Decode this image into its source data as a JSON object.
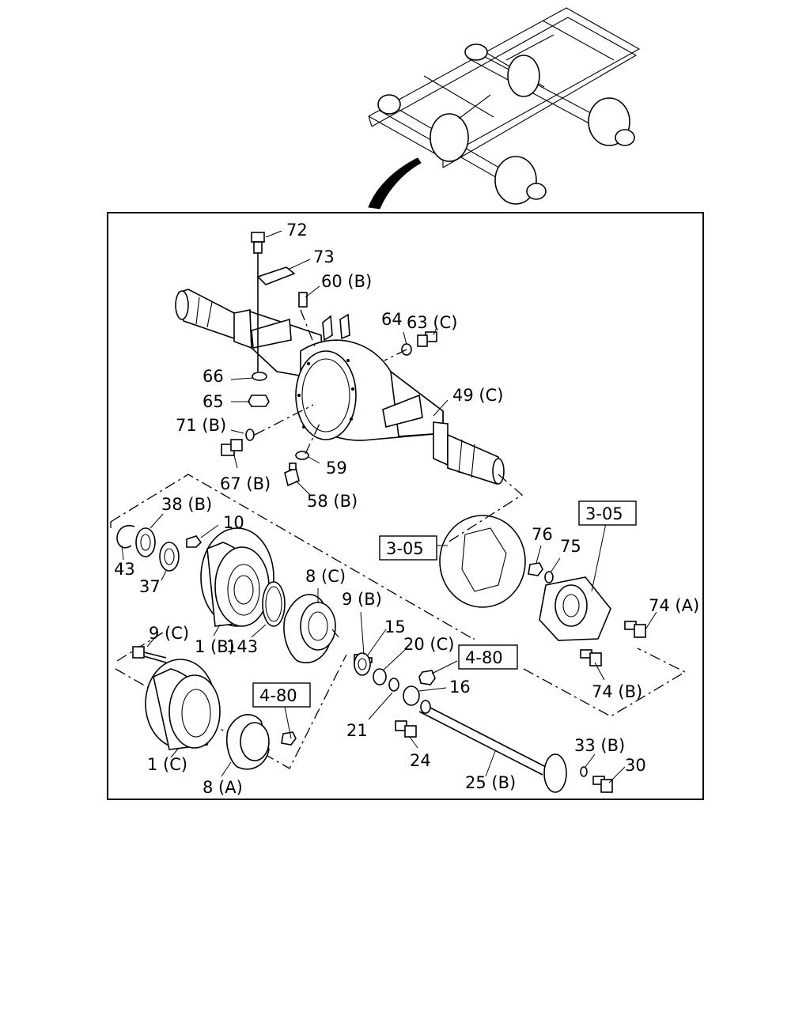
{
  "callouts": {
    "c72": "72",
    "c73": "73",
    "c60b": "60 (B)",
    "c63c": "63 (C)",
    "c64": "64",
    "c66": "66",
    "c65": "65",
    "c49c": "49 (C)",
    "c71b": "71 (B)",
    "c59": "59",
    "c67b": "67 (B)",
    "c58b": "58 (B)",
    "c38b": "38 (B)",
    "c10": "10",
    "c43": "43",
    "c37": "37",
    "c8c": "8 (C)",
    "c9b": "9 (B)",
    "c15": "15",
    "c20c": "20 (C)",
    "c16": "16",
    "c9c": "9 (C)",
    "c1b": "1 (B)",
    "c143": "143",
    "c21": "21",
    "c24": "24",
    "c1c": "1 (C)",
    "c8a": "8 (A)",
    "c25b": "25 (B)",
    "c33b": "33 (B)",
    "c30": "30",
    "c76": "76",
    "c75": "75",
    "c74a": "74 (A)",
    "c74b": "74 (B)"
  },
  "refs": {
    "r305_left": "3-05",
    "r305_right": "3-05",
    "r480_right": "4-80",
    "r480_left": "4-80"
  }
}
